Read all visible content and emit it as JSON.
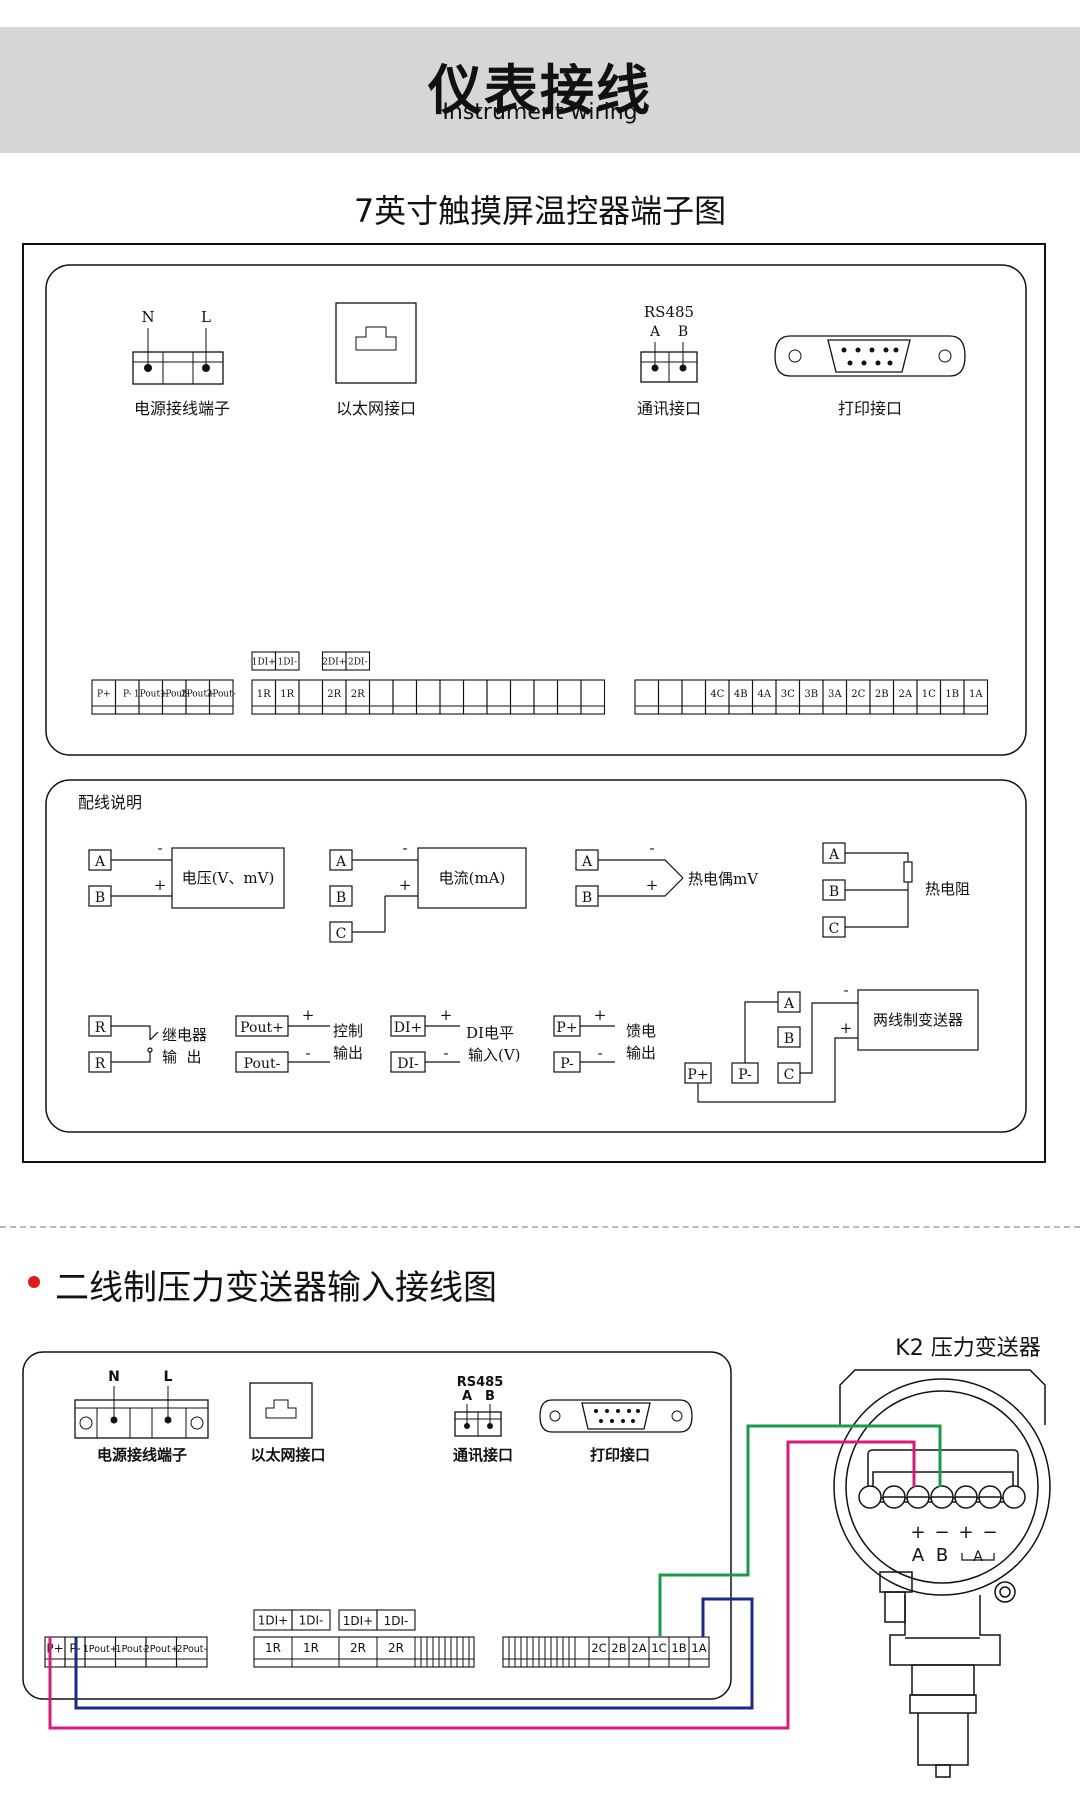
{
  "header": {
    "title": "仪表接线",
    "subtitle": "Instrument wiring"
  },
  "section1": {
    "title": "7英寸触摸屏温控器端子图"
  },
  "panel1": {
    "power": {
      "n": "N",
      "l": "L",
      "label": "电源接线端子"
    },
    "ethernet": {
      "label": "以太网接口"
    },
    "comm": {
      "rs485": "RS485",
      "a": "A",
      "b": "B",
      "label": "通讯接口"
    },
    "print": {
      "label": "打印接口"
    },
    "strip1": [
      "P+",
      "P-",
      "1Pout+",
      "1Pout-",
      "2Pout+",
      "2Pout-"
    ],
    "strip2_top": [
      "1DI+",
      "1DI-",
      "",
      "2DI+",
      "2DI-"
    ],
    "strip2": [
      "1R",
      "1R",
      "",
      "2R",
      "2R",
      "",
      "",
      "",
      "",
      "",
      "",
      "",
      "",
      "",
      ""
    ],
    "strip3": [
      "",
      "",
      "",
      "4C",
      "4B",
      "4A",
      "3C",
      "3B",
      "3A",
      "2C",
      "2B",
      "2A",
      "1C",
      "1B",
      "1A"
    ]
  },
  "wiring": {
    "title": "配线说明",
    "voltage": {
      "a": "A",
      "b": "B",
      "minus": "-",
      "plus": "+",
      "label": "电压(V、mV)"
    },
    "current": {
      "a": "A",
      "b": "B",
      "c": "C",
      "minus": "-",
      "plus": "+",
      "label": "电流(mA)"
    },
    "thermocouple": {
      "a": "A",
      "b": "B",
      "minus": "-",
      "plus": "+",
      "label": "热电偶mV"
    },
    "rtd": {
      "a": "A",
      "b": "B",
      "c": "C",
      "label": "热电阻"
    },
    "relay": {
      "r1": "R",
      "r2": "R",
      "label1": "继电器",
      "label2": "输  出"
    },
    "control": {
      "p1": "Pout+",
      "p2": "Pout-",
      "plus": "+",
      "minus": "-",
      "label1": "控制",
      "label2": "输出"
    },
    "di": {
      "p1": "DI+",
      "p2": "DI-",
      "plus": "+",
      "minus": "-",
      "label1": "DI电平",
      "label2": "输入(V)"
    },
    "feed": {
      "p1": "P+",
      "p2": "P-",
      "plus": "+",
      "minus": "-",
      "label1": "馈电",
      "label2": "输出"
    },
    "twowire": {
      "a": "A",
      "b": "B",
      "c": "C",
      "pp": "P+",
      "pm": "P-",
      "minus": "-",
      "plus": "+",
      "label": "两线制变送器"
    }
  },
  "section2": {
    "title": "二线制压力变送器输入接线图"
  },
  "panel2": {
    "power": {
      "n": "N",
      "l": "L",
      "label": "电源接线端子"
    },
    "ethernet": {
      "label": "以太网接口"
    },
    "comm": {
      "rs485": "RS485",
      "a": "A",
      "b": "B",
      "label": "通讯接口"
    },
    "print": {
      "label": "打印接口"
    },
    "strip1": [
      "P+",
      "P-",
      "1Pout+",
      "1Pout-",
      "2Pout+",
      "2Pout-"
    ],
    "strip2_top": [
      "1DI+",
      "1DI-",
      "1DI+",
      "1DI-"
    ],
    "strip2": [
      "1R",
      "1R",
      "2R",
      "2R"
    ],
    "strip3": [
      "2C",
      "2B",
      "2A",
      "1C",
      "1B",
      "1A"
    ]
  },
  "transmitter": {
    "title": "K2 压力变送器",
    "terminals": [
      "+",
      "−",
      "+",
      "−"
    ],
    "labels": [
      "A",
      "B",
      "A"
    ]
  },
  "colors": {
    "green": "#1a9a4a",
    "pink": "#d81b7a",
    "navy": "#1a2a8a",
    "header_bg": "#d6d6d6",
    "bullet": "#e21b1b"
  }
}
